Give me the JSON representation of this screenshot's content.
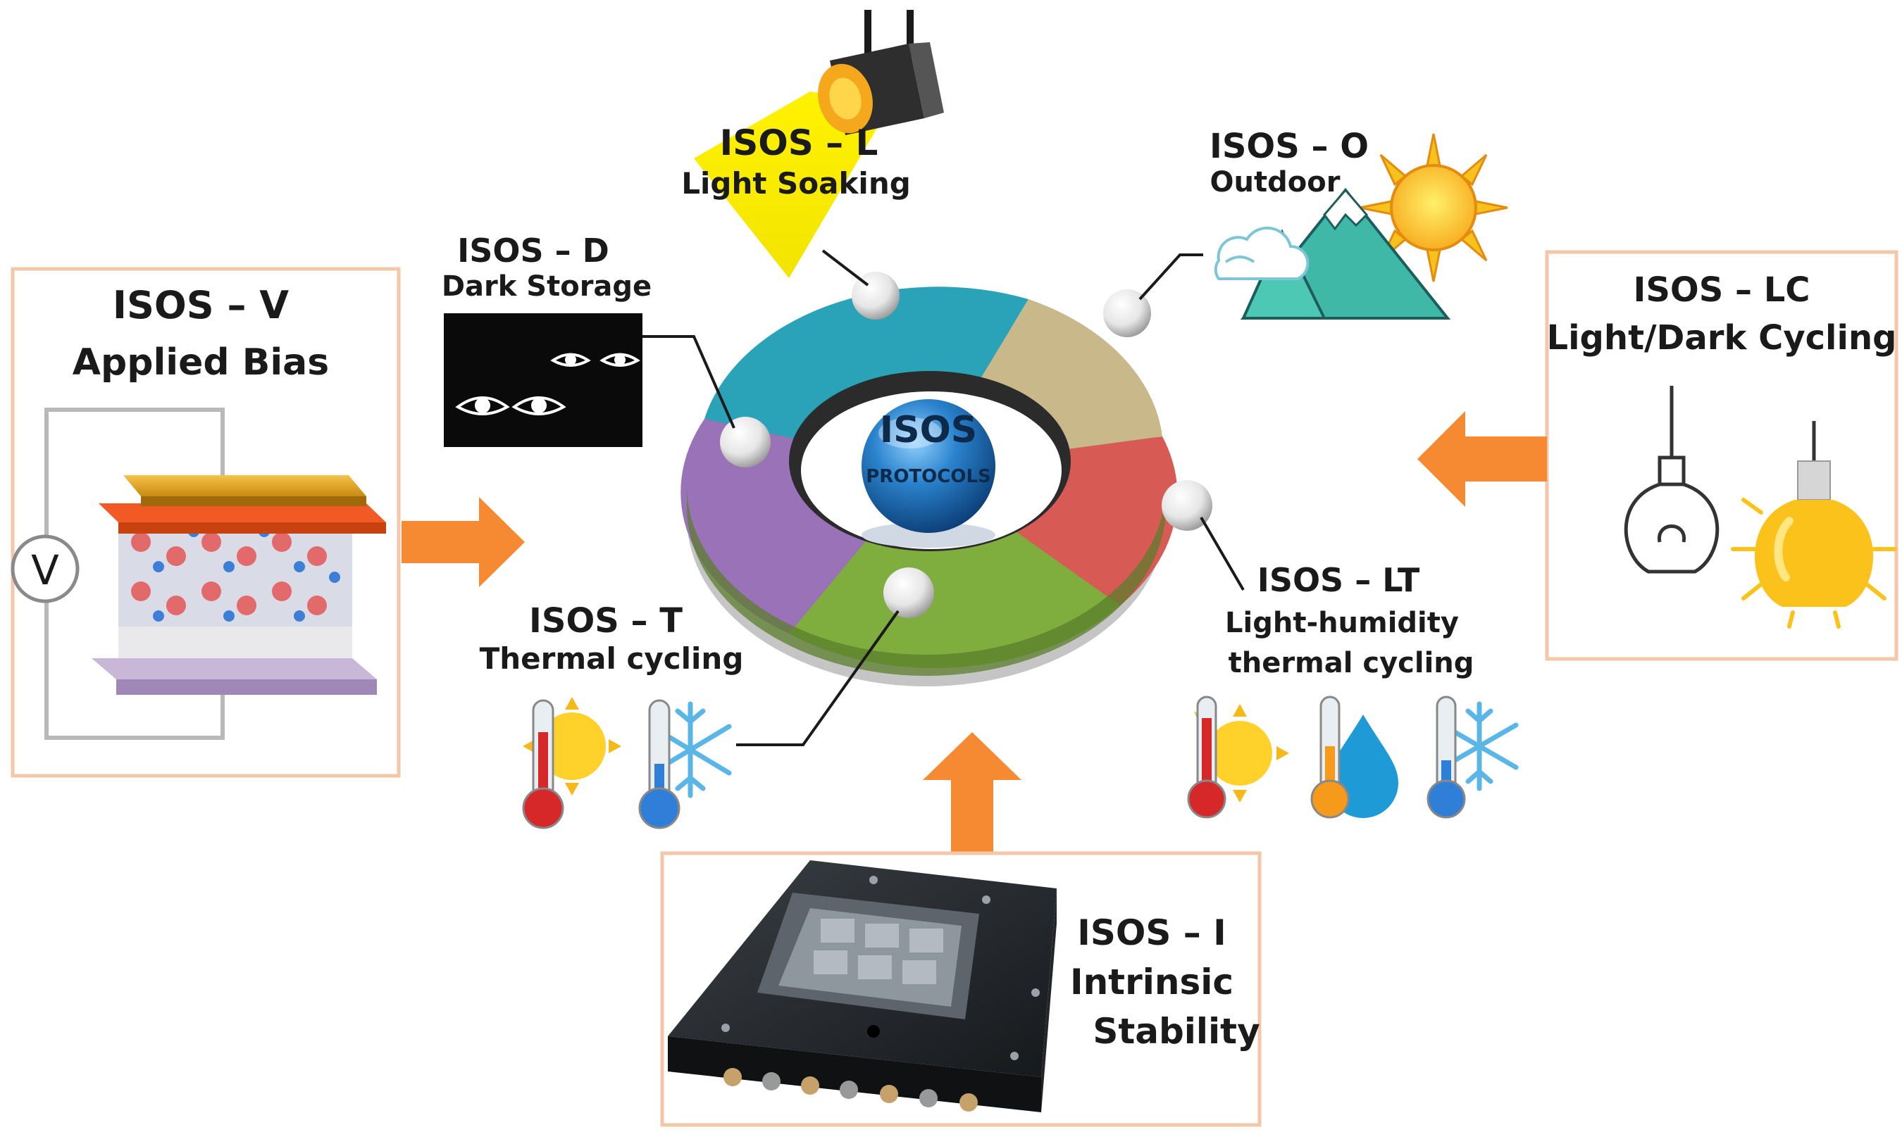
{
  "center": {
    "title": "ISOS",
    "subtitle": "PROTOCOLS"
  },
  "protocols": {
    "v": {
      "code": "ISOS – V",
      "name": "Applied Bias",
      "meter": "V"
    },
    "d": {
      "code": "ISOS – D",
      "name": "Dark Storage"
    },
    "l": {
      "code": "ISOS – L",
      "name": "Light Soaking"
    },
    "o": {
      "code": "ISOS – O",
      "name": "Outdoor"
    },
    "lc": {
      "code": "ISOS – LC",
      "name": "Light/Dark Cycling"
    },
    "lt": {
      "code": "ISOS – LT",
      "name_line1": "Light-humidity",
      "name_line2": "thermal cycling"
    },
    "t": {
      "code": "ISOS – T",
      "name": "Thermal cycling"
    },
    "i": {
      "code": "ISOS – I",
      "name_line1": "Intrinsic",
      "name_line2": "Stability"
    }
  },
  "colors": {
    "arrow": "#f58a33",
    "frame": "#f4c7a8",
    "ring_teal": "#2aa3b8",
    "ring_tan": "#c9b98a",
    "ring_red": "#d85a55",
    "ring_green": "#7fae3e",
    "ring_purple": "#9a72b8",
    "sphere": "#1e6fb8"
  },
  "icons": [
    "voltmeter-icon",
    "device-stack-icon",
    "spotlight-icon",
    "eyes-icon",
    "mountain-icon",
    "sun-icon",
    "cloud-icon",
    "lightbulb-icon",
    "thermometer-icon",
    "snowflake-icon",
    "water-drop-icon",
    "test-chamber-icon"
  ]
}
